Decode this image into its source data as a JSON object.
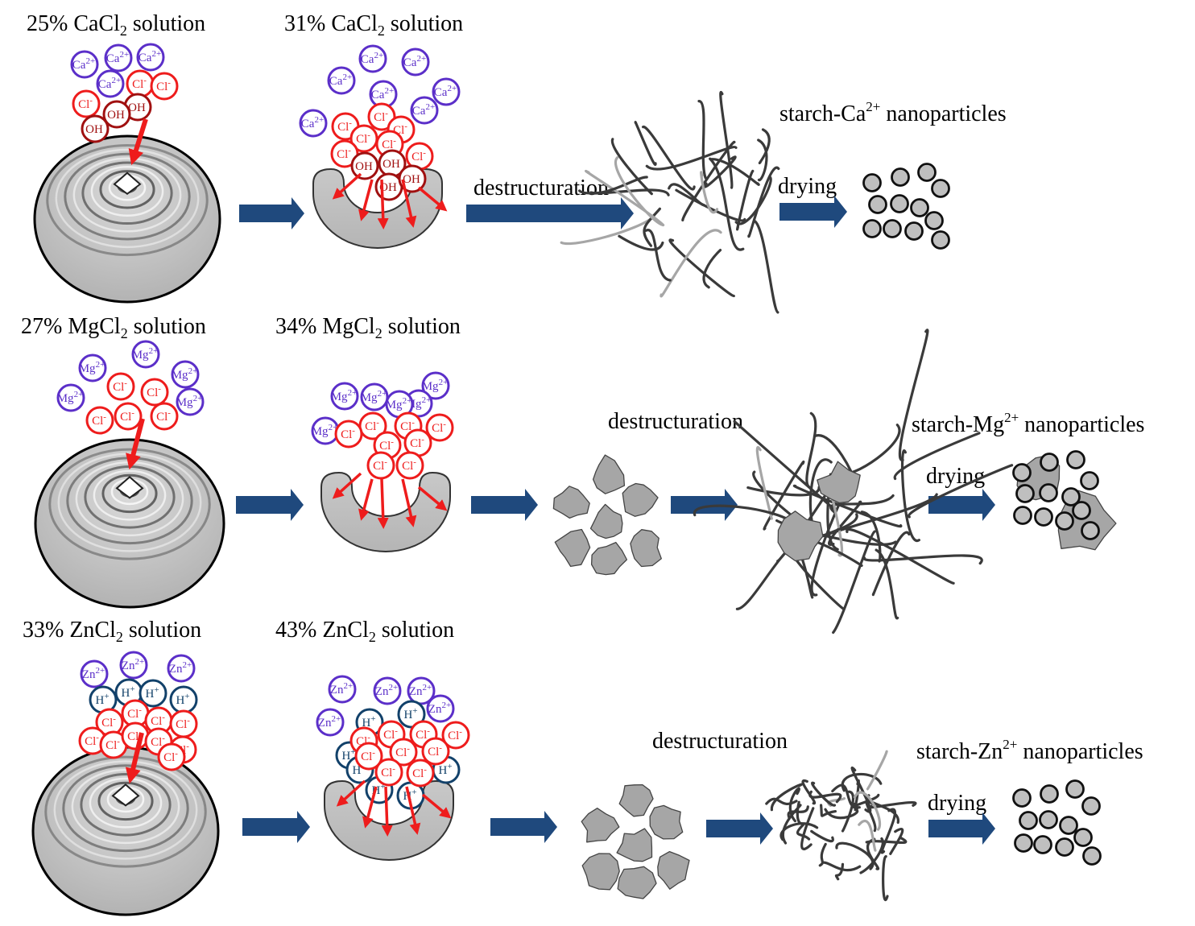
{
  "colors": {
    "cation": "#5b2fc9",
    "chloride": "#ee1c1c",
    "hydroxide": "#a01010",
    "proton": "#12416a",
    "arrow": "#1f497d",
    "granule": "#bdbdbd",
    "particle": "#bfbfbf",
    "chain_dark": "#3a3a3a",
    "chain_light": "#a6a6a6"
  },
  "rows": [
    {
      "id": "ca",
      "label1": {
        "pct": "25%",
        "salt": "CaCl",
        "sub": "2",
        "suffix": " solution"
      },
      "label2": {
        "pct": "31%",
        "salt": "CaCl",
        "sub": "2",
        "suffix": " solution"
      },
      "step_label": "destructuration",
      "drying_label": "drying",
      "product": {
        "prefix": "starch-Ca",
        "sup": "2+",
        "suffix": " nanoparticles"
      },
      "cation_label": "Ca2+",
      "anion_label": "Cl-",
      "hydroxide_label": "OH"
    },
    {
      "id": "mg",
      "label1": {
        "pct": "27%",
        "salt": "MgCl",
        "sub": "2",
        "suffix": " solution"
      },
      "label2": {
        "pct": "34%",
        "salt": "MgCl",
        "sub": "2",
        "suffix": " solution"
      },
      "step_label": "destructuration",
      "drying_label": "drying",
      "product": {
        "prefix": "starch-Mg",
        "sup": "2+",
        "suffix": " nanoparticles"
      },
      "cation_label": "Mg2+",
      "anion_label": "Cl-"
    },
    {
      "id": "zn",
      "label1": {
        "pct": "33%",
        "salt": "ZnCl",
        "sub": "2",
        "suffix": " solution"
      },
      "label2": {
        "pct": "43%",
        "salt": "ZnCl",
        "sub": "2",
        "suffix": " solution"
      },
      "step_label": "destructuration",
      "drying_label": "drying",
      "product": {
        "prefix": "starch-Zn",
        "sup": "2+",
        "suffix": " nanoparticles"
      },
      "cation_label": "Zn2+",
      "anion_label": "Cl-",
      "proton_label": "H+"
    }
  ]
}
